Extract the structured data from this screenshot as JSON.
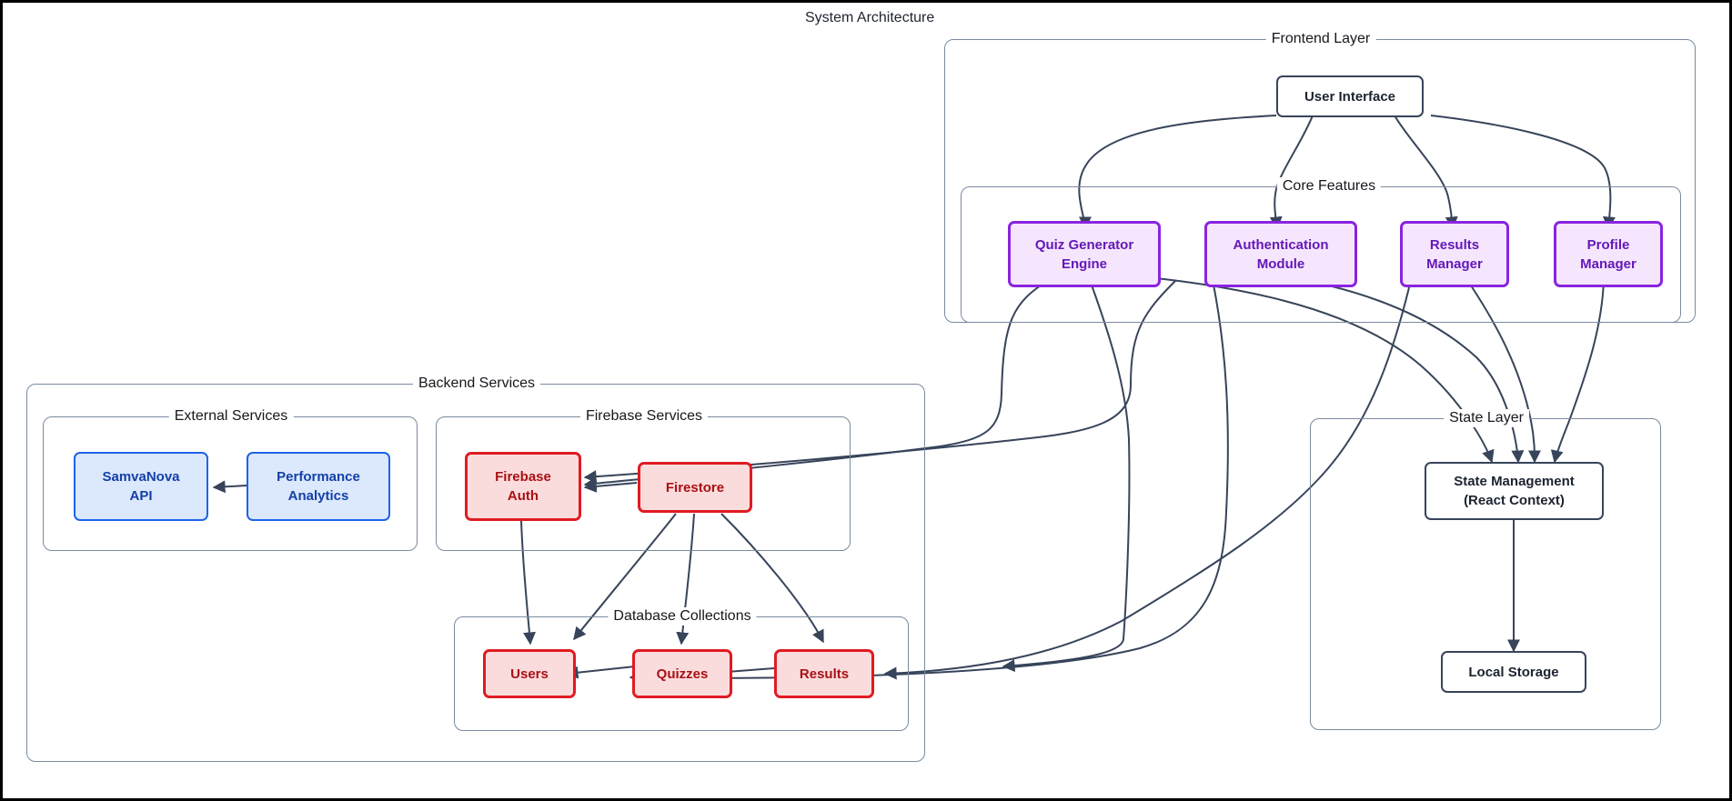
{
  "diagram": {
    "title": "System Architecture",
    "type": "flowchart",
    "colors": {
      "background": "#ffffff",
      "outer_border": "#000000",
      "cluster_border": "#7a8aa0",
      "edge": "#37445a",
      "plain_node_border": "#37445a",
      "purple_node_border": "#8a23e0",
      "purple_node_fill": "#f5e6fd",
      "purple_node_text": "#6418b8",
      "blue_node_border": "#1f63e8",
      "blue_node_fill": "#dce8fc",
      "blue_node_text": "#1340a8",
      "red_node_border": "#e01b22",
      "red_node_fill": "#fbdcdc",
      "red_node_text": "#a81016"
    }
  },
  "clusters": {
    "frontend_layer": {
      "label": "Frontend Layer"
    },
    "core_features": {
      "label": "Core Features"
    },
    "state_layer": {
      "label": "State Layer"
    },
    "backend_services": {
      "label": "Backend Services"
    },
    "external_services": {
      "label": "External Services"
    },
    "firebase_services": {
      "label": "Firebase Services"
    },
    "database_collections": {
      "label": "Database Collections"
    }
  },
  "nodes": {
    "user_interface": {
      "label_line1": "User Interface",
      "label_line2": ""
    },
    "quiz_generator": {
      "label_line1": "Quiz Generator",
      "label_line2": "Engine"
    },
    "authentication": {
      "label_line1": "Authentication",
      "label_line2": "Module"
    },
    "results_manager": {
      "label_line1": "Results",
      "label_line2": "Manager"
    },
    "profile_manager": {
      "label_line1": "Profile",
      "label_line2": "Manager"
    },
    "state_management": {
      "label_line1": "State Management",
      "label_line2": "(React Context)"
    },
    "local_storage": {
      "label_line1": "Local Storage",
      "label_line2": ""
    },
    "samvanova_api": {
      "label_line1": "SamvaNova",
      "label_line2": "API"
    },
    "performance_analytics": {
      "label_line1": "Performance",
      "label_line2": "Analytics"
    },
    "firebase_auth": {
      "label_line1": "Firebase",
      "label_line2": "Auth"
    },
    "firestore": {
      "label_line1": "Firestore",
      "label_line2": ""
    },
    "users": {
      "label_line1": "Users",
      "label_line2": ""
    },
    "quizzes": {
      "label_line1": "Quizzes",
      "label_line2": ""
    },
    "results": {
      "label_line1": "Results",
      "label_line2": ""
    }
  },
  "edges": [
    {
      "from": "user_interface",
      "to": "quiz_generator"
    },
    {
      "from": "user_interface",
      "to": "authentication"
    },
    {
      "from": "user_interface",
      "to": "results_manager"
    },
    {
      "from": "user_interface",
      "to": "profile_manager"
    },
    {
      "from": "quiz_generator",
      "to": "firebase_auth"
    },
    {
      "from": "quiz_generator",
      "to": "quizzes"
    },
    {
      "from": "authentication",
      "to": "firebase_auth"
    },
    {
      "from": "authentication",
      "to": "users"
    },
    {
      "from": "results_manager",
      "to": "results"
    },
    {
      "from": "results_manager",
      "to": "state_management"
    },
    {
      "from": "profile_manager",
      "to": "state_management"
    },
    {
      "from": "quiz_generator",
      "to": "state_management"
    },
    {
      "from": "authentication",
      "to": "state_management"
    },
    {
      "from": "state_management",
      "to": "local_storage"
    },
    {
      "from": "performance_analytics",
      "to": "samvanova_api"
    },
    {
      "from": "firestore",
      "to": "firebase_auth"
    },
    {
      "from": "firebase_auth",
      "to": "users"
    },
    {
      "from": "firestore",
      "to": "users"
    },
    {
      "from": "firestore",
      "to": "quizzes"
    },
    {
      "from": "firestore",
      "to": "results"
    },
    {
      "from": "quizzes",
      "to": "users"
    },
    {
      "from": "results",
      "to": "quizzes"
    }
  ]
}
